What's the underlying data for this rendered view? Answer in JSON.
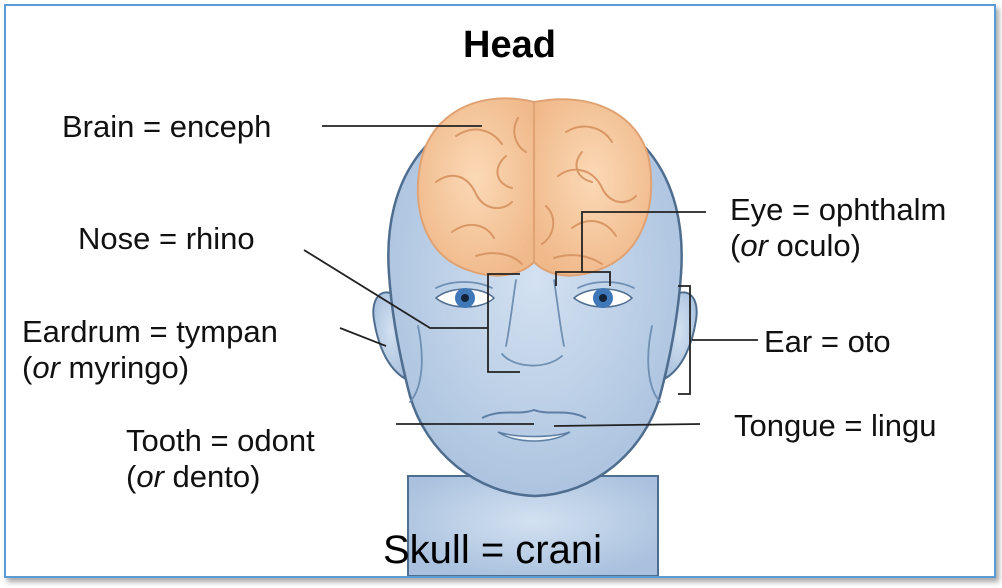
{
  "title": "Head",
  "labels": {
    "brain": {
      "text": "Brain = enceph"
    },
    "nose": {
      "text": "Nose = rhino"
    },
    "eardrum": {
      "text": "Eardrum = tympan",
      "alt_prefix": "or",
      "alt_rest": " myringo)"
    },
    "tooth": {
      "text": "Tooth = odont",
      "alt_prefix": "or",
      "alt_rest": " dento)"
    },
    "eye": {
      "text": "Eye = ophthalm",
      "alt_prefix": "or",
      "alt_rest": " oculo)"
    },
    "ear": {
      "text": "Ear = oto"
    },
    "tongue": {
      "text": "Tongue = lingu"
    },
    "skull": {
      "text": "Skull = crani"
    }
  },
  "colors": {
    "frame": "#5b9bd5",
    "head_fill": "#b9cde6",
    "head_outline": "#4f6d8e",
    "brain_fill": "#f5c9a0",
    "leader": "#222222",
    "iris": "#3f78b8"
  }
}
